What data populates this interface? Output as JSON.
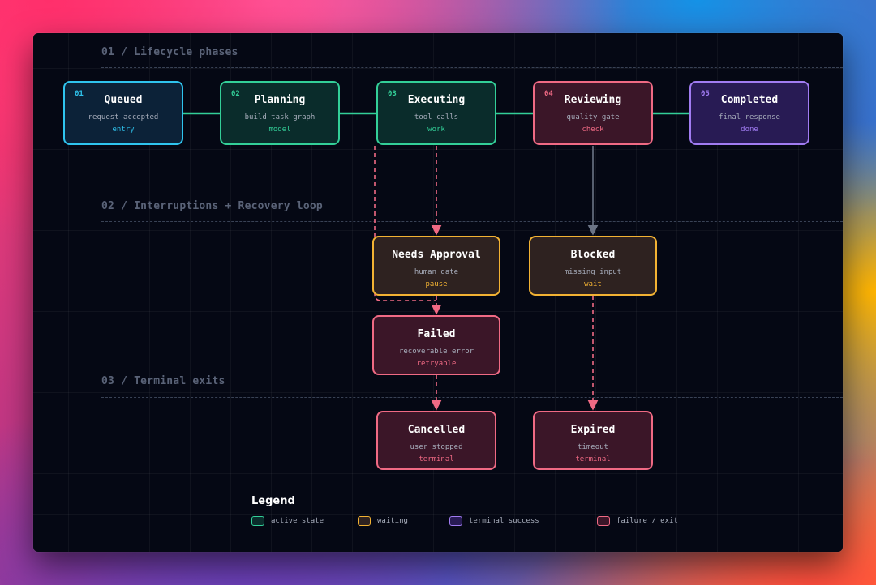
{
  "sections": [
    {
      "title": "01 / Lifecycle phases"
    },
    {
      "title": "02 / Interruptions + Recovery loop"
    },
    {
      "title": "03 / Terminal exits"
    }
  ],
  "nodes": {
    "queued": {
      "num": "01",
      "title": "Queued",
      "sub": "request accepted",
      "tag": "entry"
    },
    "planning": {
      "num": "02",
      "title": "Planning",
      "sub": "build task graph",
      "tag": "model"
    },
    "executing": {
      "num": "03",
      "title": "Executing",
      "sub": "tool calls",
      "tag": "work"
    },
    "reviewing": {
      "num": "04",
      "title": "Reviewing",
      "sub": "quality gate",
      "tag": "check"
    },
    "completed": {
      "num": "05",
      "title": "Completed",
      "sub": "final response",
      "tag": "done"
    },
    "needs_approval": {
      "title": "Needs Approval",
      "sub": "human gate",
      "tag": "pause"
    },
    "blocked": {
      "title": "Blocked",
      "sub": "missing input",
      "tag": "wait"
    },
    "failed": {
      "title": "Failed",
      "sub": "recoverable error",
      "tag": "retryable"
    },
    "cancelled": {
      "title": "Cancelled",
      "sub": "user stopped",
      "tag": "terminal"
    },
    "expired": {
      "title": "Expired",
      "sub": "timeout",
      "tag": "terminal"
    }
  },
  "legend": {
    "title": "Legend",
    "items": [
      {
        "label": "active state",
        "color": "#33cf98"
      },
      {
        "label": "waiting",
        "color": "#f2b233"
      },
      {
        "label": "terminal success",
        "color": "#a17cf2"
      },
      {
        "label": "failure / exit",
        "color": "#f06a84"
      }
    ]
  },
  "colors": {
    "active": "#33cf98",
    "entry": "#2fc4ee",
    "waiting": "#f2b233",
    "success": "#a17cf2",
    "failure": "#f06a84",
    "neutral_edge": "#6b7485"
  }
}
